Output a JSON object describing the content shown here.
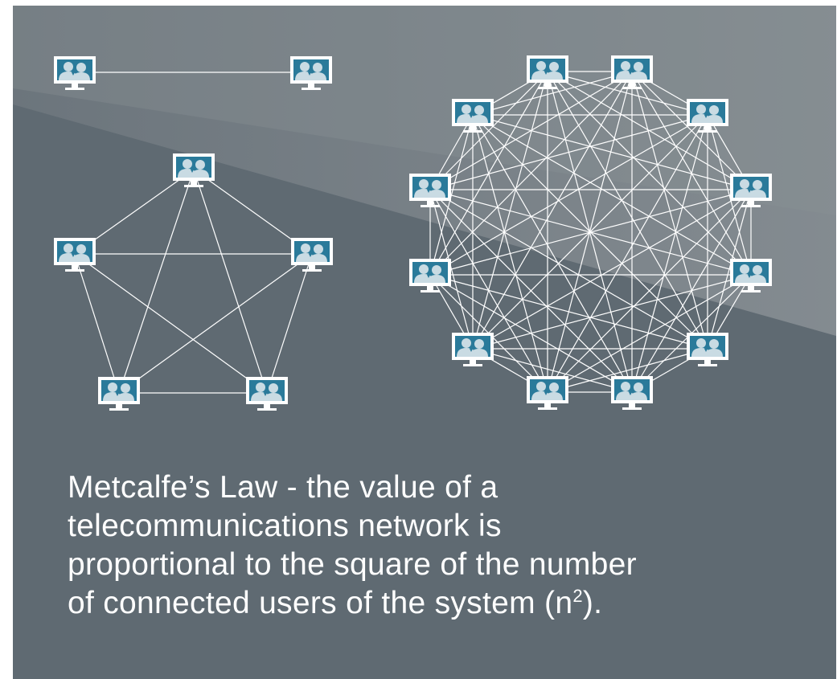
{
  "caption": {
    "lines": [
      "Metcalfe’s Law - the value of a",
      "telecommunications network is",
      "proportional to the square of the number",
      "of connected users of the system (n"
    ],
    "superscript": "2",
    "closing": ")."
  },
  "networks": [
    {
      "name": "network-2-users",
      "users": 2
    },
    {
      "name": "network-5-users",
      "users": 5
    },
    {
      "name": "network-12-users",
      "users": 12
    }
  ],
  "icon": "monitor-two-users-icon",
  "colors": {
    "background_dark": "#5f6a72",
    "background_light": "#868d92",
    "link_line": "#ffffff",
    "monitor_frame": "#ffffff",
    "monitor_screen": "#2a7a9a",
    "user_silhouette": "#c9dbe3"
  }
}
